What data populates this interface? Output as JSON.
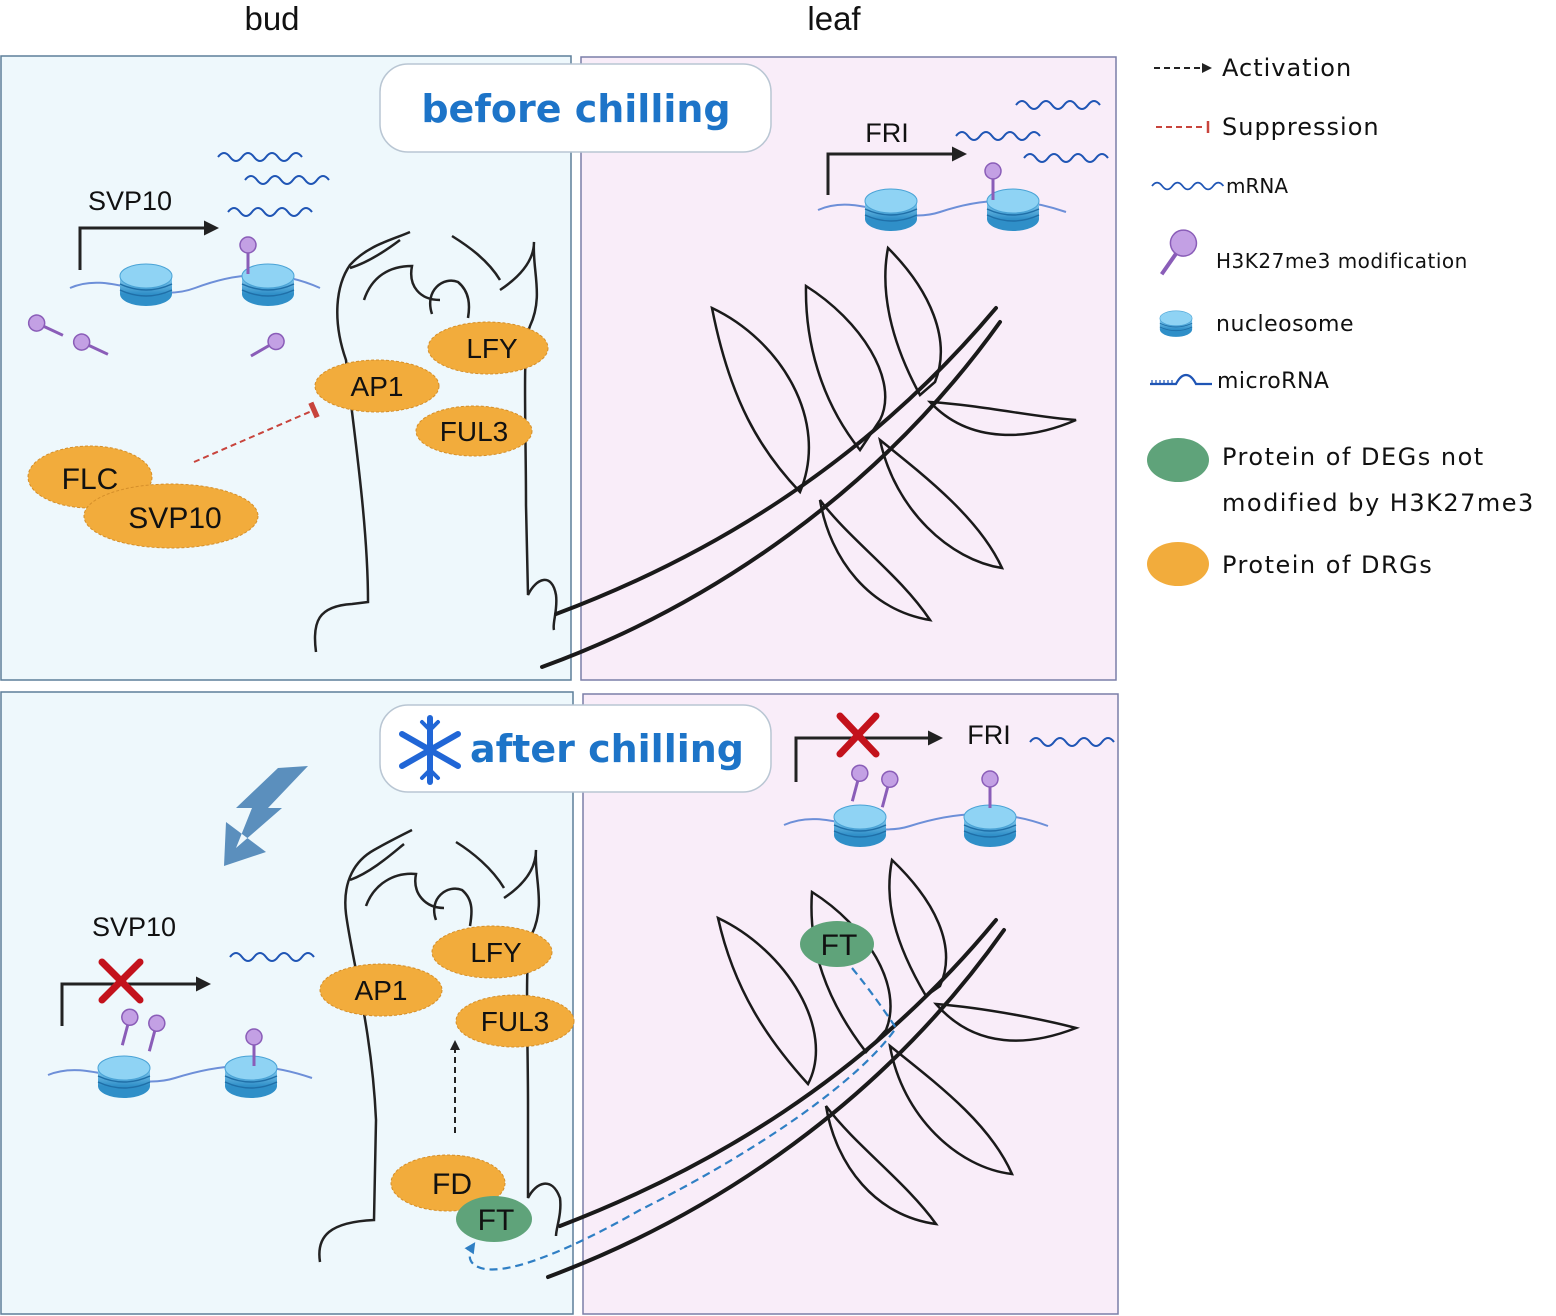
{
  "columns": {
    "bud": "bud",
    "leaf": "leaf"
  },
  "panels": {
    "before": {
      "banner": "before chilling",
      "gene_bud": "SVP10",
      "gene_leaf": "FRI",
      "proteins": {
        "lfy": "LFY",
        "ap1": "AP1",
        "ful3": "FUL3",
        "flc": "FLC",
        "svp10": "SVP10"
      }
    },
    "after": {
      "banner": "after chilling",
      "gene_bud": "SVP10",
      "gene_leaf": "FRI",
      "proteins": {
        "lfy": "LFY",
        "ap1": "AP1",
        "ful3": "FUL3",
        "fd": "FD",
        "ft_bud": "FT",
        "ft_leaf": "FT"
      }
    }
  },
  "legend": {
    "activation": "Activation",
    "suppression": "Suppression",
    "mrna": "mRNA",
    "h3k27me3": "H3K27me3  modification",
    "nucleosome": "nucleosome",
    "microrna": "microRNA",
    "deg_line1": "Protein of DEGs not",
    "deg_line2": "modified by H3K27me3",
    "drg": "Protein of DRGs"
  },
  "colors": {
    "bud_bg": "#eef8fc",
    "leaf_bg": "#f9edf9",
    "panel_border": "#5d7f9a",
    "drg_protein": "#f2ac3c",
    "deg_protein": "#5fa37a",
    "nucleosome": "#55b2e0",
    "h3k27me3": "#b58ed6",
    "mrna": "#1f55b5",
    "suppression": "#c8443c",
    "activation": "#222222",
    "banner_text": "#1d74c8",
    "red_x": "#c3121c"
  }
}
